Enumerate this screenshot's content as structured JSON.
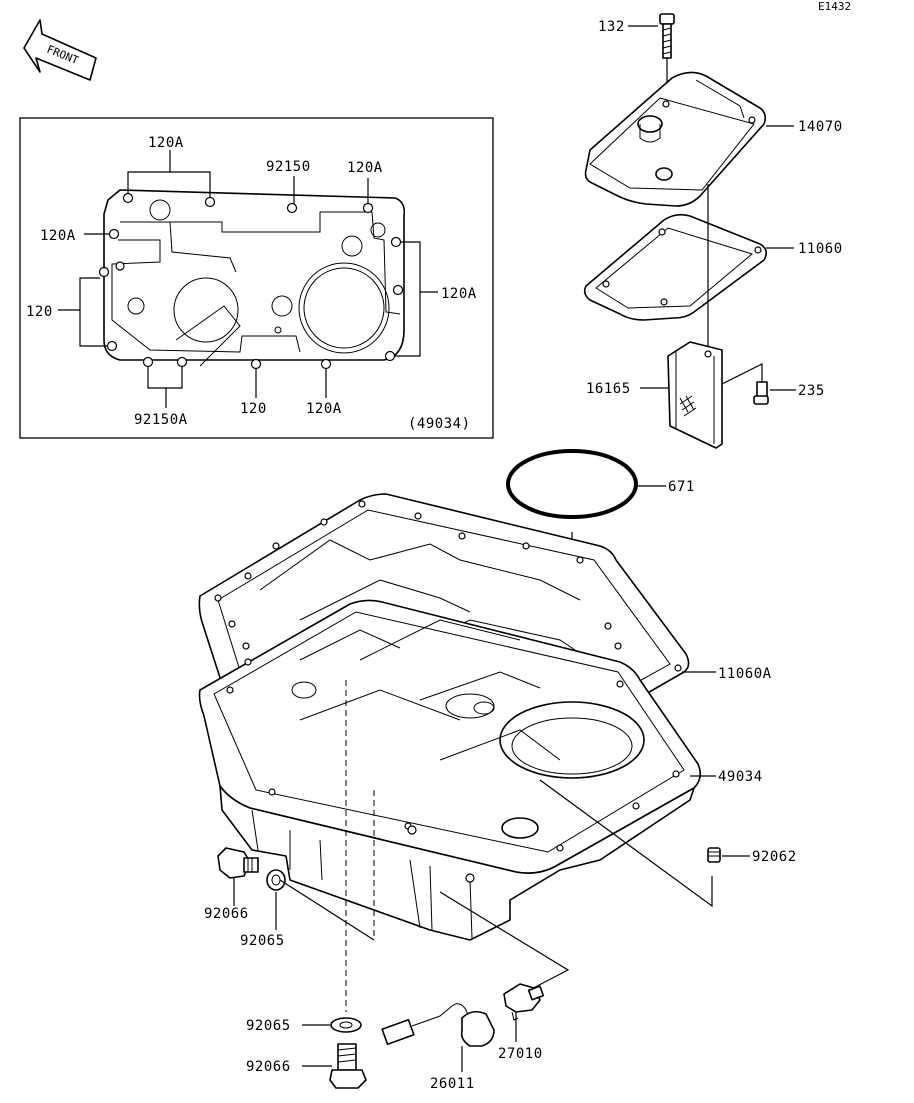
{
  "diagram_code": "E1432",
  "front_label": "FRONT",
  "inset": {
    "caption": "(49034)",
    "labels": {
      "a1": "120A",
      "a2": "92150",
      "a3": "120A",
      "a4": "120A",
      "a5": "120",
      "a6": "120A",
      "a7": "92150A",
      "a8": "120",
      "a9": "120A"
    }
  },
  "parts": {
    "p132": "132",
    "p14070": "14070",
    "p11060": "11060",
    "p16165": "16165",
    "p235": "235",
    "p671": "671",
    "p11060A": "11060A",
    "p49034": "49034",
    "p92062": "92062",
    "p92066a": "92066",
    "p92065a": "92065",
    "p92065b": "92065",
    "p92066b": "92066",
    "p26011": "26011",
    "p27010": "27010"
  }
}
